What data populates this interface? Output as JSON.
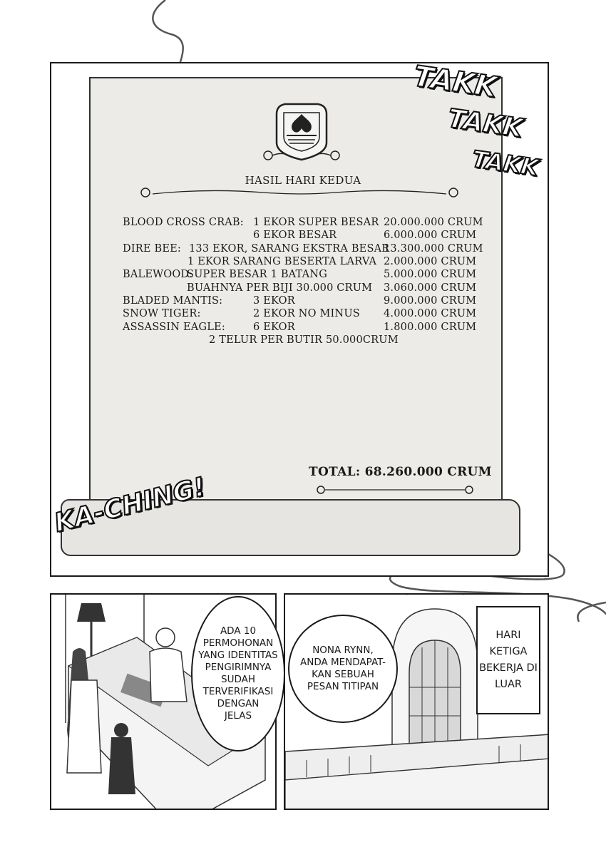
{
  "scroll": {
    "title": "HASIL HARI KEDUA",
    "rows": [
      {
        "name": "BLOOD CROSS CRAB:",
        "detail": "1 EKOR SUPER BESAR",
        "amount": "20.000.000 CRUM"
      },
      {
        "name": "",
        "detail": "6 EKOR BESAR",
        "amount": "6.000.000 CRUM"
      },
      {
        "name": "DIRE BEE:",
        "detail": "133 EKOR, SARANG EKSTRA BESAR",
        "amount": "13.300.000 CRUM"
      },
      {
        "name": "",
        "detail": "1 EKOR SARANG BESERTA LARVA",
        "amount": "2.000.000 CRUM"
      },
      {
        "name": "BALEWOOD:",
        "detail": "SUPER BESAR 1 BATANG",
        "amount": "5.000.000 CRUM"
      },
      {
        "name": "",
        "detail": "BUAHNYA PER BIJI 30.000 CRUM",
        "amount": "3.060.000 CRUM"
      },
      {
        "name": "BLADED MANTIS:",
        "detail": "3 EKOR",
        "amount": "9.000.000 CRUM"
      },
      {
        "name": "SNOW TIGER:",
        "detail": "2 EKOR NO MINUS",
        "amount": "4.000.000 CRUM"
      },
      {
        "name": "ASSASSIN EAGLE:",
        "detail": "6 EKOR",
        "amount": "1.800.000 CRUM"
      },
      {
        "name": "",
        "detail": "2 TELUR PER BUTIR 50.000CRUM",
        "amount": ""
      }
    ],
    "total": "TOTAL: 68.260.000 CRUM"
  },
  "sfx": {
    "takk1": "TAKK",
    "takk2": "TAKK",
    "takk3": "TAKK",
    "kaching": "KA-CHING!"
  },
  "bubbles": {
    "clerk": "ADA 10\nPERMOHONAN\nYANG IDENTITAS\nPENGIRIMNYA\nSUDAH\nTERVERIFIKASI\nDENGAN\nJELAS",
    "nona": "NONA RYNN,\nANDA MENDAPAT-\nKAN SEBUAH\nPESAN TITIPAN"
  },
  "caption": "HARI KETIGA\nBEKERJA DI\nLUAR"
}
